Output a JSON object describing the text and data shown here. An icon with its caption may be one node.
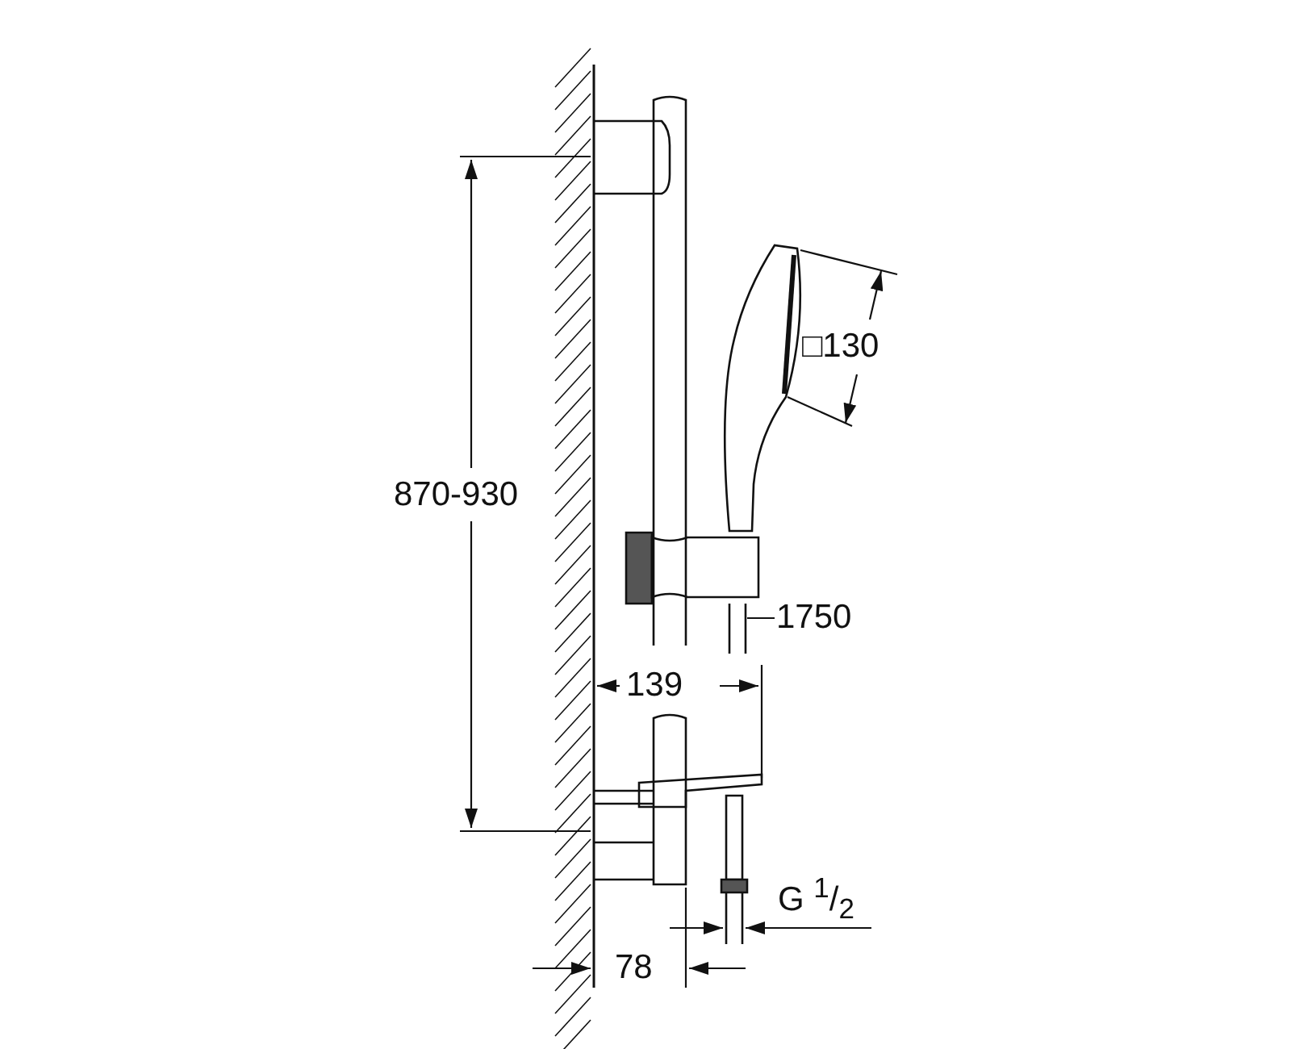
{
  "diagram": {
    "nodes": [
      {
        "text": [
          "1750"
        ]
      },
      {
        "text": [],
        "shape": "picture"
      }
    ],
    "edges": [
      {
        "from": 0,
        "to": 1,
        "arrow": "none"
      }
    ],
    "labels": [
      "870-930",
      "□130",
      "139",
      "G $^{1}$/$_{2}$",
      "78"
    ]
  }
}
